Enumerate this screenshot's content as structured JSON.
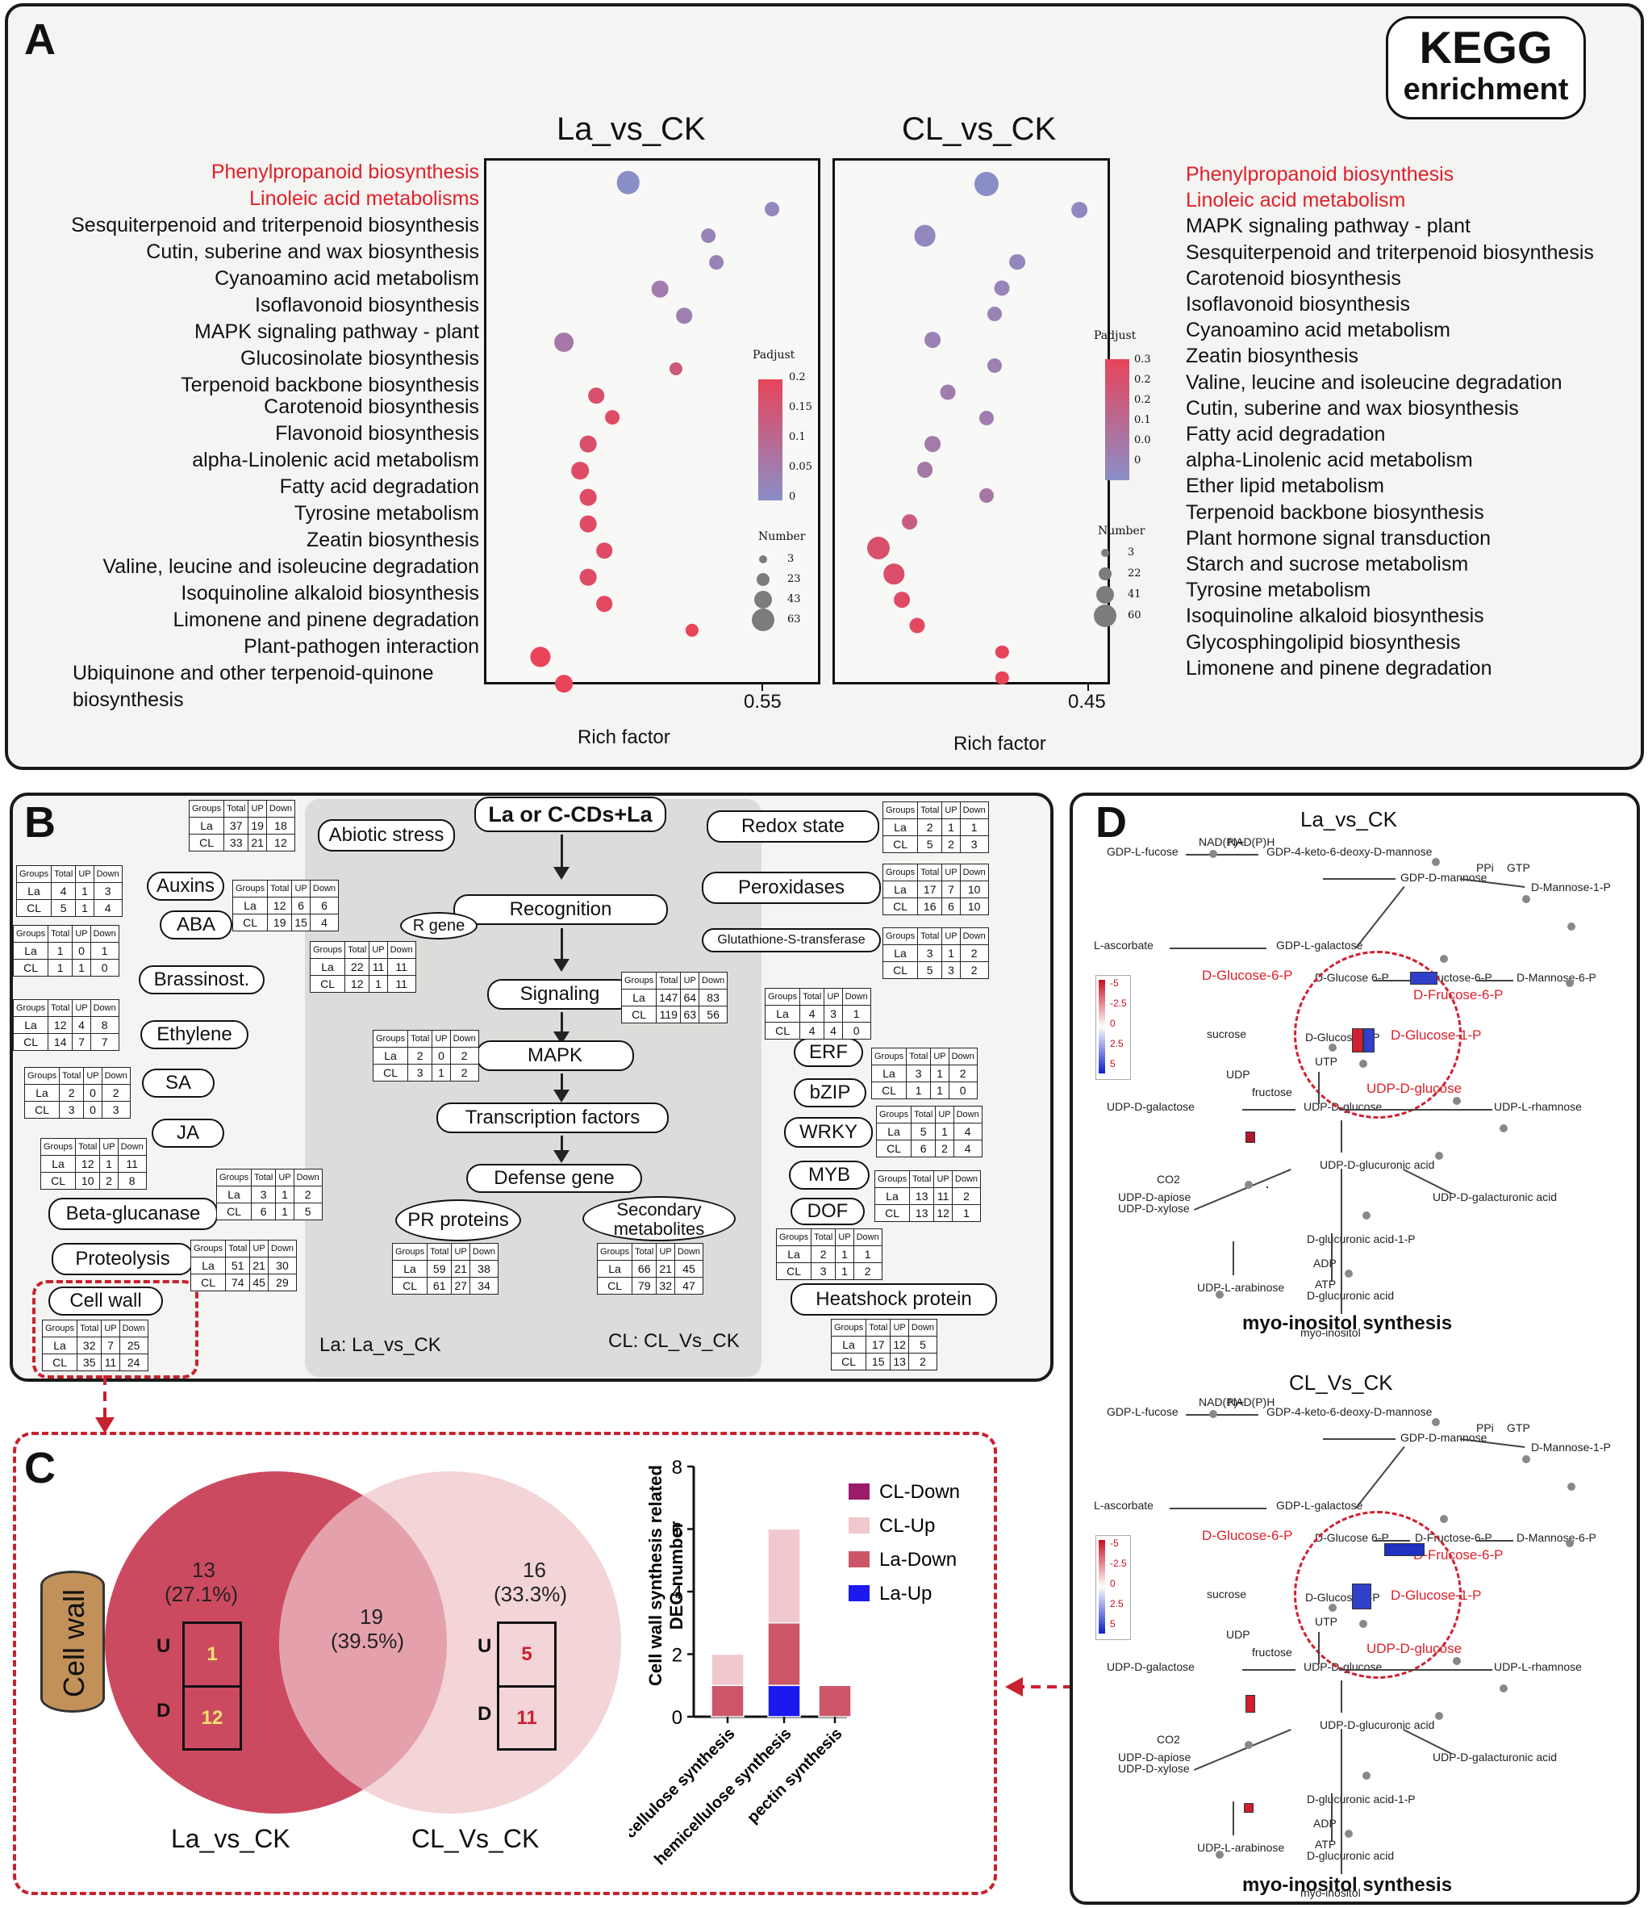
{
  "panel_a": {
    "label": "A",
    "badge": {
      "line1": "KEGG",
      "line2": "enrichment"
    },
    "left": {
      "title": "La_vs_CK",
      "terms": [
        "Phenylpropanoid biosynthesis",
        "Linoleic acid metabolisms",
        "Sesquiterpenoid and triterpenoid biosynthesis",
        "Cutin, suberine and wax biosynthesis",
        "Cyanoamino acid metabolism",
        "Isoflavonoid biosynthesis",
        "MAPK signaling pathway - plant",
        "Glucosinolate biosynthesis",
        "Terpenoid backbone biosynthesis",
        "Carotenoid biosynthesis",
        "Flavonoid biosynthesis",
        "alpha-Linolenic acid metabolism",
        "Fatty acid degradation",
        "Tyrosine metabolism",
        "Zeatin biosynthesis",
        "Valine, leucine and isoleucine degradation",
        "Isoquinoline alkaloid biosynthesis",
        "Limonene and pinene degradation",
        "Plant-pathogen interaction",
        "Ubiquinone and other terpenoid-quinone",
        "biosynthesis"
      ],
      "tick": "0.55",
      "xlabel": "Rich factor",
      "padjust_title": "Padjust",
      "padjust_ticks": [
        "0.2",
        "0.15",
        "0.1",
        "0.05",
        "0"
      ],
      "number_title": "Number",
      "number_ticks": [
        "3",
        "23",
        "43",
        "63"
      ]
    },
    "right": {
      "title": "CL_vs_CK",
      "terms": [
        "Phenylpropanoid biosynthesis",
        "Linoleic acid metabolism",
        "MAPK signaling pathway - plant",
        "Sesquiterpenoid and triterpenoid biosynthesis",
        "Carotenoid biosynthesis",
        "Isoflavonoid biosynthesis",
        "Cyanoamino acid metabolism",
        "Zeatin biosynthesis",
        "Valine, leucine and isoleucine degradation",
        "Cutin, suberine and wax biosynthesis",
        "Fatty acid degradation",
        "alpha-Linolenic acid metabolism",
        "Ether lipid metabolism",
        "Terpenoid backbone biosynthesis",
        "Plant hormone signal transduction",
        "Starch and sucrose metabolism",
        "Tyrosine metabolism",
        "Isoquinoline alkaloid biosynthesis",
        "Glycosphingolipid biosynthesis",
        "Limonene and pinene degradation"
      ],
      "tick": "0.45",
      "xlabel": "Rich factor",
      "padjust_title": "Padjust",
      "padjust_ticks": [
        "0.3",
        "0.2",
        "0.2",
        "0.1",
        "0.0",
        "0"
      ],
      "number_title": "Number",
      "number_ticks": [
        "3",
        "22",
        "41",
        "60"
      ]
    },
    "colors": {
      "low": "#8a8ec8",
      "high": "#e8445a"
    }
  },
  "chart_data": [
    {
      "type": "scatter",
      "title": "La_vs_CK",
      "xlabel": "Rich factor",
      "categories": [
        "Phenylpropanoid biosynthesis",
        "Linoleic acid metabolisms",
        "Sesquiterpenoid and triterpenoid biosynthesis",
        "Cutin, suberine and wax biosynthesis",
        "Cyanoamino acid metabolism",
        "Isoflavonoid biosynthesis",
        "MAPK signaling pathway - plant",
        "Glucosinolate biosynthesis",
        "Terpenoid backbone biosynthesis",
        "Carotenoid biosynthesis",
        "Flavonoid biosynthesis",
        "alpha-Linolenic acid metabolism",
        "Fatty acid degradation",
        "Tyrosine metabolism",
        "Zeatin biosynthesis",
        "Valine, leucine and isoleucine degradation",
        "Isoquinoline alkaloid biosynthesis",
        "Limonene and pinene degradation",
        "Plant-pathogen interaction",
        "Ubiquinone and other terpenoid-quinone biosynthesis"
      ],
      "x": [
        0.45,
        0.54,
        0.5,
        0.505,
        0.47,
        0.485,
        0.41,
        0.48,
        0.43,
        0.44,
        0.425,
        0.42,
        0.425,
        0.425,
        0.435,
        0.425,
        0.435,
        0.49,
        0.395,
        0.41
      ],
      "number": [
        45,
        8,
        8,
        8,
        15,
        12,
        25,
        5,
        12,
        8,
        15,
        18,
        15,
        15,
        12,
        15,
        12,
        5,
        30,
        18
      ],
      "padjust": [
        0.0,
        0.02,
        0.03,
        0.03,
        0.05,
        0.04,
        0.06,
        0.14,
        0.17,
        0.18,
        0.17,
        0.18,
        0.18,
        0.18,
        0.18,
        0.18,
        0.19,
        0.2,
        0.2,
        0.2
      ]
    },
    {
      "type": "scatter",
      "title": "CL_vs_CK",
      "xlabel": "Rich factor",
      "categories": [
        "Phenylpropanoid biosynthesis",
        "Linoleic acid metabolism",
        "MAPK signaling pathway - plant",
        "Sesquiterpenoid and triterpenoid biosynthesis",
        "Carotenoid biosynthesis",
        "Isoflavonoid biosynthesis",
        "Cyanoamino acid metabolism",
        "Zeatin biosynthesis",
        "Valine, leucine and isoleucine degradation",
        "Cutin, suberine and wax biosynthesis",
        "Fatty acid degradation",
        "alpha-Linolenic acid metabolism",
        "Ether lipid metabolism",
        "Terpenoid backbone biosynthesis",
        "Plant hormone signal transduction",
        "Starch and sucrose metabolism",
        "Tyrosine metabolism",
        "Isoquinoline alkaloid biosynthesis",
        "Glycosphingolipid biosynthesis",
        "Limonene and pinene degradation"
      ],
      "x": [
        0.4,
        0.46,
        0.36,
        0.42,
        0.41,
        0.405,
        0.365,
        0.405,
        0.375,
        0.4,
        0.365,
        0.36,
        0.4,
        0.35,
        0.33,
        0.34,
        0.345,
        0.355,
        0.41,
        0.41
      ],
      "number": [
        50,
        12,
        35,
        12,
        10,
        8,
        12,
        8,
        10,
        8,
        12,
        12,
        8,
        12,
        40,
        30,
        12,
        10,
        5,
        5
      ],
      "padjust": [
        0.0,
        0.02,
        0.03,
        0.03,
        0.04,
        0.05,
        0.05,
        0.06,
        0.07,
        0.07,
        0.08,
        0.09,
        0.1,
        0.2,
        0.25,
        0.26,
        0.27,
        0.28,
        0.3,
        0.3
      ]
    },
    {
      "type": "bar",
      "ylabel": "Cell wall synthesis related DEG number",
      "categories": [
        "cellulose synthesis",
        "hemicellulose synthesis",
        "pectin synthesis"
      ],
      "ylim": [
        0,
        8
      ],
      "yticks": [
        "0",
        "2",
        "4",
        "6",
        "8"
      ],
      "series": [
        {
          "name": "La-Up",
          "color": "#1a1aee",
          "values": [
            0,
            1,
            0
          ]
        },
        {
          "name": "La-Down",
          "color": "#cc5668",
          "values": [
            1,
            2,
            1
          ]
        },
        {
          "name": "CL-Up",
          "color": "#f0c8cd",
          "values": [
            1,
            3,
            0
          ]
        },
        {
          "name": "CL-Down",
          "color": "#9c1a6c",
          "values": [
            0,
            0,
            0
          ]
        }
      ],
      "legend_order": [
        "CL-Down",
        "CL-Up",
        "La-Down",
        "La-Up"
      ]
    }
  ],
  "panel_b": {
    "label": "B",
    "center": [
      "La or C-CDs+La",
      "Recognition",
      "Signaling",
      "MAPK",
      "Transcription factors",
      "Defense gene"
    ],
    "r_gene": "R gene",
    "pr_proteins": "PR proteins",
    "secondary": "Secondary metabolites",
    "legend_la": "La: La_vs_CK",
    "legend_cl": "CL: CL_Vs_CK",
    "labels": {
      "abiotic": "Abiotic stress",
      "auxins": "Auxins",
      "aba": "ABA",
      "brass": "Brassinost.",
      "ethylene": "Ethylene",
      "sa": "SA",
      "ja": "JA",
      "beta": "Beta-glucanase",
      "proteolysis": "Proteolysis",
      "cellwall": "Cell wall",
      "redox": "Redox state",
      "perox": "Peroxidases",
      "gst": "Glutathione-S-transferase",
      "erf": "ERF",
      "bzip": "bZIP",
      "wrky": "WRKY",
      "myb": "MYB",
      "dof": "DOF",
      "heat": "Heatshock protein"
    },
    "hdr": [
      "Groups",
      "Total",
      "UP",
      "Down"
    ],
    "tables": {
      "abiotic": [
        [
          "La",
          "37",
          "19",
          "18"
        ],
        [
          "CL",
          "33",
          "21",
          "12"
        ]
      ],
      "auxins": [
        [
          "La",
          "4",
          "1",
          "3"
        ],
        [
          "CL",
          "5",
          "1",
          "4"
        ]
      ],
      "aba": [
        [
          "La",
          "12",
          "6",
          "6"
        ],
        [
          "CL",
          "19",
          "15",
          "4"
        ]
      ],
      "brass": [
        [
          "La",
          "1",
          "0",
          "1"
        ],
        [
          "CL",
          "1",
          "1",
          "0"
        ]
      ],
      "ethylene": [
        [
          "La",
          "12",
          "4",
          "8"
        ],
        [
          "CL",
          "14",
          "7",
          "7"
        ]
      ],
      "sa": [
        [
          "La",
          "2",
          "0",
          "2"
        ],
        [
          "CL",
          "3",
          "0",
          "3"
        ]
      ],
      "ja": [
        [
          "La",
          "12",
          "1",
          "11"
        ],
        [
          "CL",
          "10",
          "2",
          "8"
        ]
      ],
      "beta": [
        [
          "La",
          "3",
          "1",
          "2"
        ],
        [
          "CL",
          "6",
          "1",
          "5"
        ]
      ],
      "proteolysis": [
        [
          "La",
          "51",
          "21",
          "30"
        ],
        [
          "CL",
          "74",
          "45",
          "29"
        ]
      ],
      "cellwall": [
        [
          "La",
          "32",
          "7",
          "25"
        ],
        [
          "CL",
          "35",
          "11",
          "24"
        ]
      ],
      "rgene": [
        [
          "La",
          "22",
          "11",
          "11"
        ],
        [
          "CL",
          "12",
          "1",
          "11"
        ]
      ],
      "signaling": [
        [
          "La",
          "147",
          "64",
          "83"
        ],
        [
          "CL",
          "119",
          "63",
          "56"
        ]
      ],
      "mapk": [
        [
          "La",
          "2",
          "0",
          "2"
        ],
        [
          "CL",
          "3",
          "1",
          "2"
        ]
      ],
      "pr": [
        [
          "La",
          "59",
          "21",
          "38"
        ],
        [
          "CL",
          "61",
          "27",
          "34"
        ]
      ],
      "secondary": [
        [
          "La",
          "66",
          "21",
          "45"
        ],
        [
          "CL",
          "79",
          "32",
          "47"
        ]
      ],
      "redox": [
        [
          "La",
          "2",
          "1",
          "1"
        ],
        [
          "CL",
          "5",
          "2",
          "3"
        ]
      ],
      "perox": [
        [
          "La",
          "17",
          "7",
          "10"
        ],
        [
          "CL",
          "16",
          "6",
          "10"
        ]
      ],
      "gst": [
        [
          "La",
          "3",
          "1",
          "2"
        ],
        [
          "CL",
          "5",
          "3",
          "2"
        ]
      ],
      "erf": [
        [
          "La",
          "4",
          "3",
          "1"
        ],
        [
          "CL",
          "4",
          "4",
          "0"
        ]
      ],
      "bzip": [
        [
          "La",
          "3",
          "1",
          "2"
        ],
        [
          "CL",
          "1",
          "1",
          "0"
        ]
      ],
      "wrky": [
        [
          "La",
          "5",
          "1",
          "4"
        ],
        [
          "CL",
          "6",
          "2",
          "4"
        ]
      ],
      "myb": [
        [
          "La",
          "13",
          "11",
          "2"
        ],
        [
          "CL",
          "13",
          "12",
          "1"
        ]
      ],
      "dof": [
        [
          "La",
          "2",
          "1",
          "1"
        ],
        [
          "CL",
          "3",
          "1",
          "2"
        ]
      ],
      "heat": [
        [
          "La",
          "17",
          "12",
          "5"
        ],
        [
          "CL",
          "15",
          "13",
          "2"
        ]
      ]
    }
  },
  "panel_c": {
    "label": "C",
    "cell_wall": "Cell wall",
    "left_count": "13",
    "left_pct": "(27.1%)",
    "mid_count": "19",
    "mid_pct": "(39.5%)",
    "right_count": "16",
    "right_pct": "(33.3%)",
    "left_u": "1",
    "left_d": "12",
    "right_u": "5",
    "right_d": "11",
    "u": "U",
    "d": "D",
    "left_name": "La_vs_CK",
    "right_name": "CL_Vs_CK",
    "colors": {
      "left": "#cc4a60",
      "right": "#efc3c8"
    }
  },
  "panel_d": {
    "label": "D",
    "top_title": "La_vs_CK",
    "bottom_title": "CL_Vs_CK",
    "footer": "myo-inositol synthesis",
    "nodes": [
      "GDP-L-fucose",
      "NAD(P)+",
      "NAD(P)H",
      "GDP-4-keto-6-deoxy-D-mannose",
      "GDP-D-mannose",
      "PPi",
      "GTP",
      "D-Mannose-1-P",
      "L-ascorbate",
      "GDP-L-galactose",
      "D-Glucose 6-P",
      "D-Fructose-6-P",
      "D-Mannose-6-P",
      "sucrose",
      "D-Glucose-1-P",
      "UTP",
      "UDP",
      "fructose",
      "UDP-D-galactose",
      "UDP-D-glucose",
      "UDP-L-rhamnose",
      "UDP-D-glucuronic acid",
      "CO2",
      "UDP-D-apiose",
      "UDP-D-xylose",
      "UDP-D-galacturonic acid",
      "UDP-L-arabinose",
      "D-glucuronic acid-1-P",
      "ADP",
      "ATP",
      "D-glucuronic acid",
      "myo-inositol"
    ],
    "red_labels": [
      "D-Glucose-6-P",
      "D-Frucose-6-P",
      "D-Glucose-1-P",
      "UDP-D-glucose"
    ],
    "scale_top": [
      "-5",
      "-2.5",
      "0",
      "2.5",
      "5"
    ]
  }
}
